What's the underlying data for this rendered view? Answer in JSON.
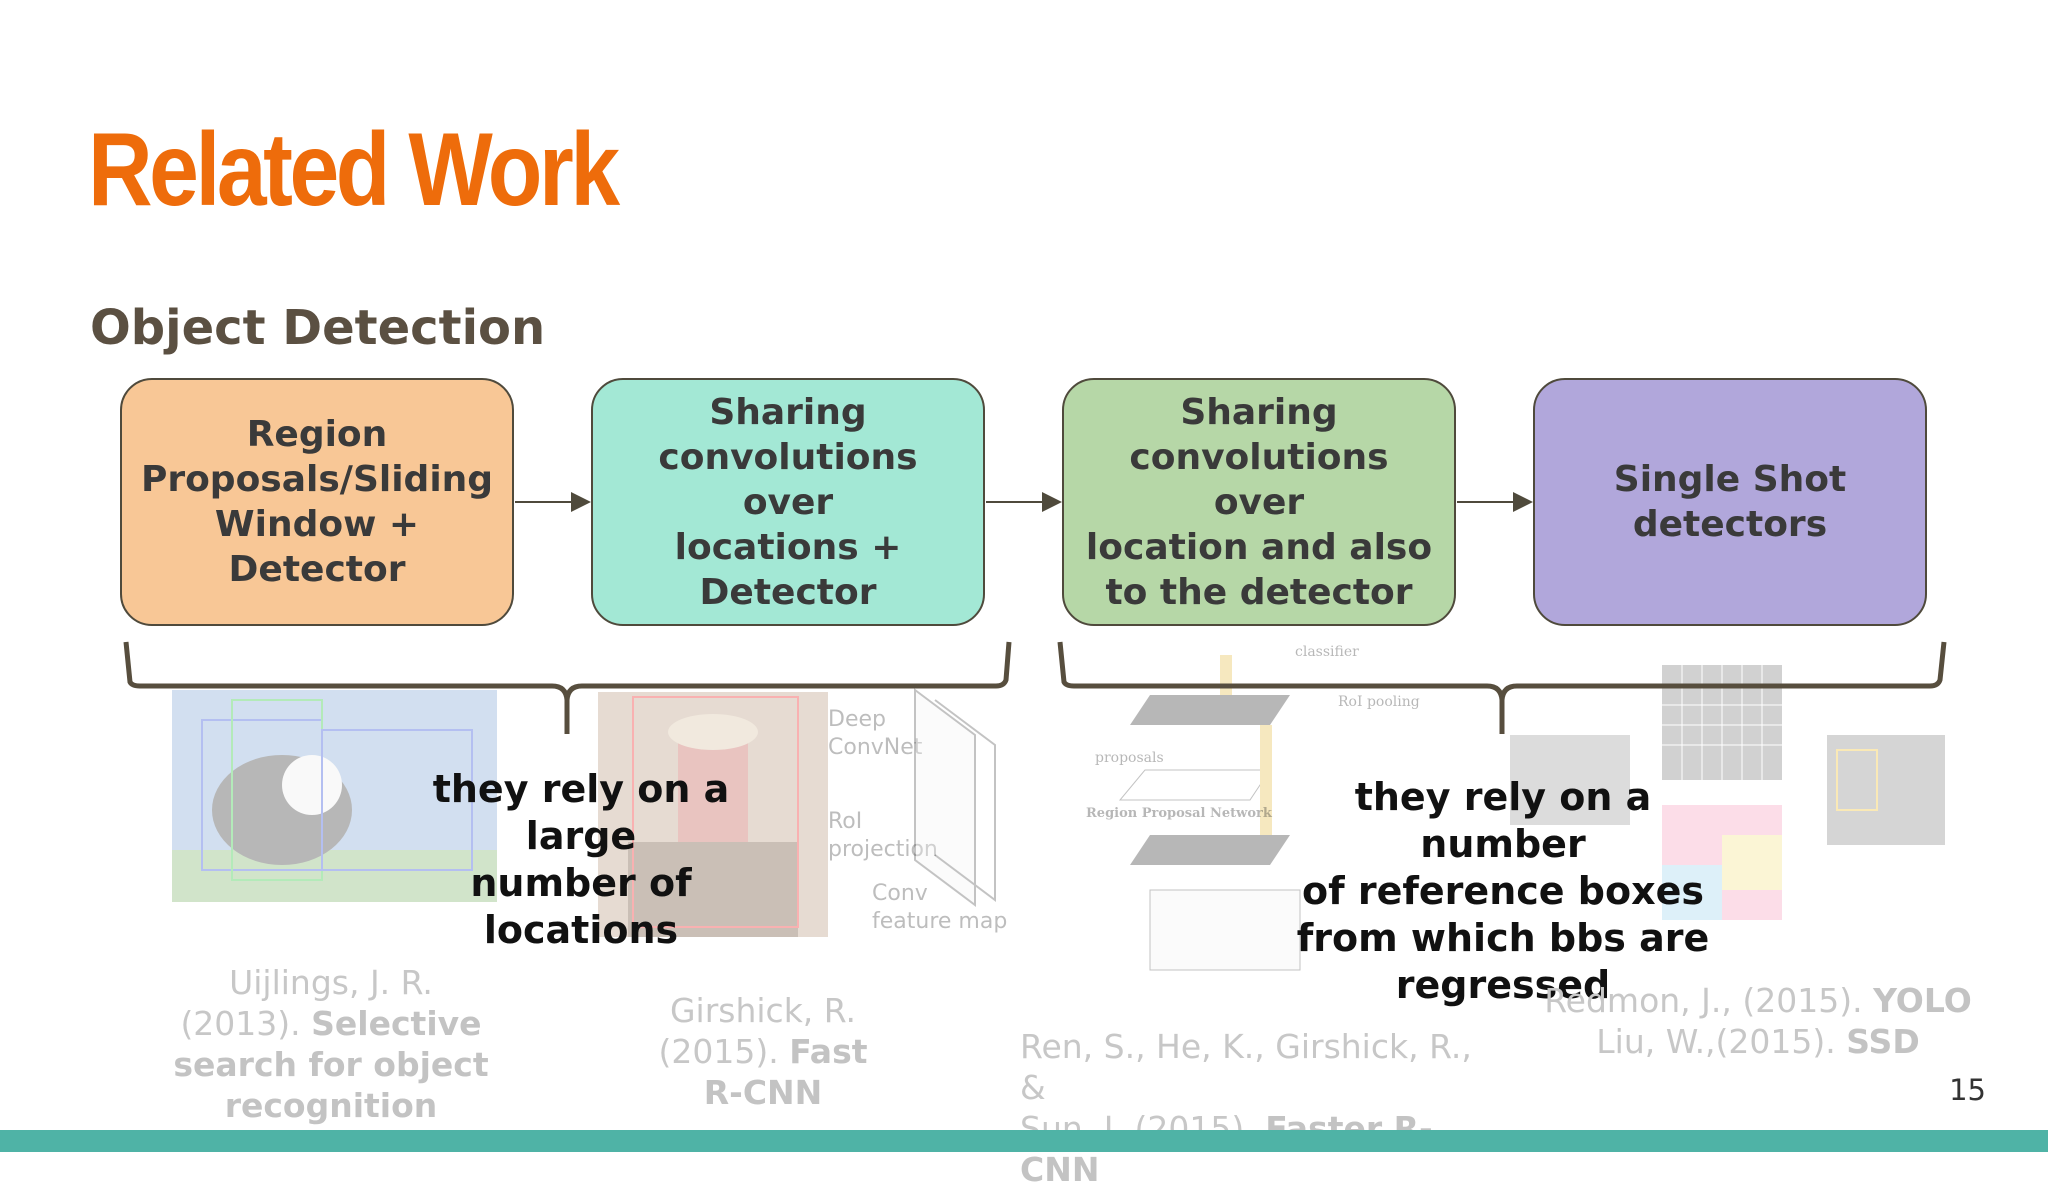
{
  "slide": {
    "title": "Related Work",
    "subtitle": "Object Detection",
    "page_number": "15"
  },
  "stages": [
    {
      "label": "Region\nProposals/Sliding\nWindow +\nDetector",
      "color": "#f8c796"
    },
    {
      "label": "Sharing\nconvolutions over\nlocations +\nDetector",
      "color": "#a3e8d5"
    },
    {
      "label": "Sharing\nconvolutions over\nlocation and also\nto the detector",
      "color": "#b6d7a7"
    },
    {
      "label": "Single Shot\ndetectors",
      "color": "#b1a7db"
    }
  ],
  "notes": {
    "left": "they rely on a large\nnumber of locations",
    "right": "they rely on a number\nof reference boxes\nfrom which bbs are\nregressed"
  },
  "figure_labels": {
    "deep_convnet": "Deep\nConvNet",
    "roi_projection": "RoI\nprojection",
    "conv_feature_map": "Conv\nfeature map",
    "classifier": "classifier",
    "roi_pooling": "RoI pooling",
    "proposals": "proposals",
    "rpn": "Region Proposal Network"
  },
  "references": [
    {
      "plain": "Uijlings, J. R.\n(2013). ",
      "bold": "Selective\nsearch for object\nrecognition"
    },
    {
      "plain": "Girshick, R.\n(2015). ",
      "bold": "Fast\nR-CNN"
    },
    {
      "plain": "Ren, S., He, K., Girshick, R., &\nSun, J. (2015). ",
      "bold": "Faster R-CNN"
    },
    {
      "plain": "Redmon, J.,  (2015). ",
      "bold": "YOLO",
      "plain2": "\nLiu, W.,(2015). ",
      "bold2": "SSD"
    }
  ]
}
